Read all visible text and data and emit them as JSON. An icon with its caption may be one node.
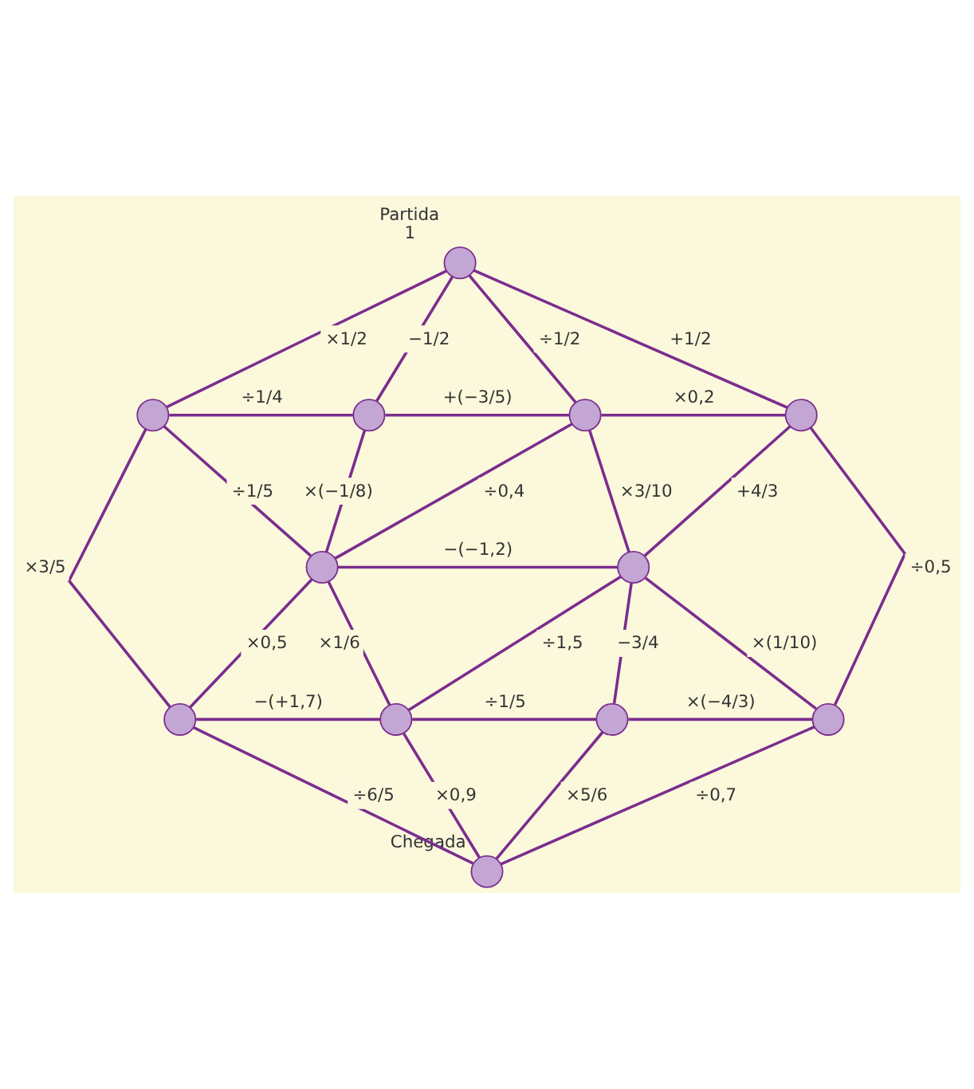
{
  "diagram": {
    "nodes": [
      {
        "text": [],
        "shape": "circle",
        "beside": [
          "Partida",
          "1"
        ]
      },
      {
        "text": [],
        "shape": "circle"
      },
      {
        "text": [],
        "shape": "circle"
      },
      {
        "text": [],
        "shape": "circle"
      },
      {
        "text": [],
        "shape": "circle"
      },
      {
        "text": [],
        "shape": "circle"
      },
      {
        "text": [],
        "shape": "circle"
      },
      {
        "text": [],
        "shape": "circle"
      },
      {
        "text": [],
        "shape": "circle"
      },
      {
        "text": [],
        "shape": "circle"
      },
      {
        "text": [],
        "shape": "circle"
      },
      {
        "text": [],
        "shape": "circle",
        "beside": [
          "Chegada"
        ]
      }
    ],
    "edges": [
      {
        "from": 0,
        "to": 1,
        "arrow": "none",
        "label": "×1/2"
      },
      {
        "from": 0,
        "to": 2,
        "arrow": "none",
        "label": "−1/2"
      },
      {
        "from": 0,
        "to": 3,
        "arrow": "none",
        "label": "÷1/2"
      },
      {
        "from": 0,
        "to": 4,
        "arrow": "none",
        "label": "+1/2"
      },
      {
        "from": 1,
        "to": 2,
        "arrow": "none",
        "label": "÷1/4"
      },
      {
        "from": 2,
        "to": 3,
        "arrow": "none",
        "label": "+(−3/5)"
      },
      {
        "from": 3,
        "to": 4,
        "arrow": "none",
        "label": "×0,2"
      },
      {
        "from": 1,
        "to": 5,
        "arrow": "none",
        "label": "÷1/5"
      },
      {
        "from": 2,
        "to": 5,
        "arrow": "none",
        "label": "×(−1/8)"
      },
      {
        "from": 3,
        "to": 5,
        "arrow": "none",
        "label": "÷0,4"
      },
      {
        "from": 3,
        "to": 6,
        "arrow": "none",
        "label": "×3/10"
      },
      {
        "from": 4,
        "to": 6,
        "arrow": "none",
        "label": "+4/3"
      },
      {
        "from": 1,
        "to": 7,
        "arrow": "none",
        "label": "×3/5"
      },
      {
        "from": 5,
        "to": 6,
        "arrow": "none",
        "label": "−(−1,2)"
      },
      {
        "from": 6,
        "to": 10,
        "arrow": "none",
        "label": "×(1/10)"
      },
      {
        "from": 4,
        "to": 10,
        "arrow": "none",
        "label": "÷0,5"
      },
      {
        "from": 5,
        "to": 7,
        "arrow": "none",
        "label": "×0,5"
      },
      {
        "from": 5,
        "to": 8,
        "arrow": "none",
        "label": "×1/6"
      },
      {
        "from": 6,
        "to": 8,
        "arrow": "none",
        "label": "÷1,5"
      },
      {
        "from": 6,
        "to": 9,
        "arrow": "none",
        "label": "−3/4"
      },
      {
        "from": 7,
        "to": 8,
        "arrow": "none",
        "label": "−(+1,7)"
      },
      {
        "from": 8,
        "to": 9,
        "arrow": "none",
        "label": "÷1/5"
      },
      {
        "from": 9,
        "to": 10,
        "arrow": "none",
        "label": "×(−4/3)"
      },
      {
        "from": 7,
        "to": 11,
        "arrow": "none",
        "label": "÷6/5"
      },
      {
        "from": 8,
        "to": 11,
        "arrow": "none",
        "label": "×0,9"
      },
      {
        "from": 9,
        "to": 11,
        "arrow": "none",
        "label": "×5/6"
      },
      {
        "from": 10,
        "to": 11,
        "arrow": "none",
        "label": "÷0,7"
      }
    ]
  }
}
